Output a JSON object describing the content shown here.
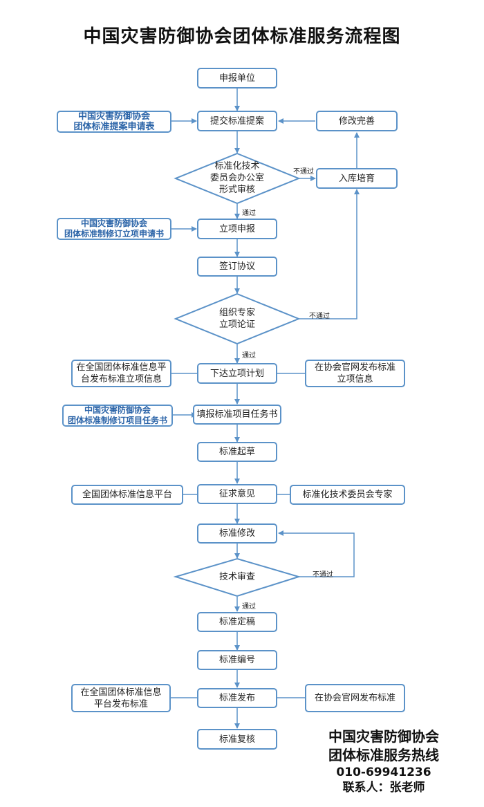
{
  "title": "中国灾害防御协会团体标准服务流程图",
  "steps": {
    "applicant": "申报单位",
    "submit": "提交标准提案",
    "formal_review": [
      "标准化技术",
      "委员会办公室",
      "形式审核"
    ],
    "revise_complete": "修改完善",
    "incubate": "入库培育",
    "approval_apply": "立项申报",
    "sign": "签订协议",
    "expert_review": [
      "组织专家",
      "立项论证"
    ],
    "issue_plan": "下达立项计划",
    "task_book": "填报标准项目任务书",
    "draft": "标准起草",
    "comments": "征求意见",
    "modify": "标准修改",
    "tech_review": "技术审查",
    "finalize": "标准定稿",
    "number": "标准编号",
    "publish": "标准发布",
    "recheck": "标准复核"
  },
  "side": {
    "proposal_form": [
      "中国灾害防御协会",
      "团体标准提案申请表"
    ],
    "approval_form": [
      "中国灾害防御协会",
      "团体标准制修订立项申请书"
    ],
    "platform_info": [
      "在全国团体标准信息平",
      "台发布标准立项信息"
    ],
    "website_info": [
      "在协会官网发布标准",
      "立项信息"
    ],
    "task_form": [
      "中国灾害防御协会",
      "团体标准制修订项目任务书"
    ],
    "platform": "全国团体标准信息平台",
    "committee_experts": "标准化技术委员会专家",
    "platform_publish": [
      "在全国团体标准信息",
      "平台发布标准"
    ],
    "website_publish": "在协会官网发布标准"
  },
  "labels": {
    "fail": "不通过",
    "pass": "通过"
  },
  "hotline": {
    "org": "中国灾害防御协会",
    "service": "团体标准服务热线",
    "phone": "010-69941236",
    "contact": "联系人：张老师"
  },
  "colors": {
    "border": "#5b92c8",
    "form_text": "#2b64a8"
  }
}
